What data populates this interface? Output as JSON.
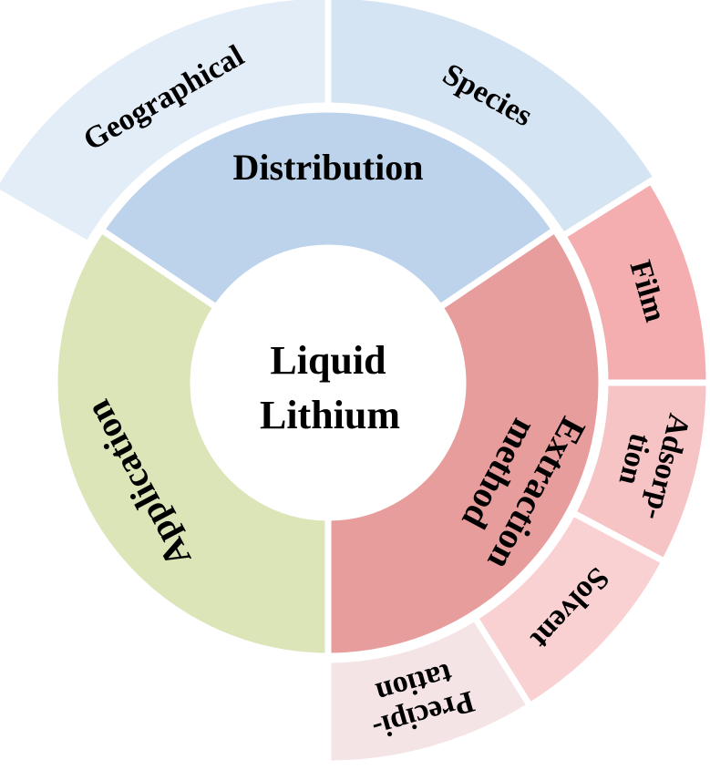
{
  "center": {
    "line1": "Liquid",
    "line2": "Lithium"
  },
  "inner_ring": [
    {
      "key": "distribution",
      "label_lines": [
        "Distribution"
      ],
      "color": "#bdd3eb"
    },
    {
      "key": "extraction",
      "label_lines": [
        "Extraction",
        "method"
      ],
      "color": "#e89d9d"
    },
    {
      "key": "application",
      "label_lines": [
        "Application"
      ],
      "color": "#dbe5b8"
    }
  ],
  "outer_ring": [
    {
      "key": "geographical",
      "label_lines": [
        "Geographical"
      ],
      "color": "#e3edf8"
    },
    {
      "key": "species",
      "label_lines": [
        "Species"
      ],
      "color": "#d5e4f3"
    },
    {
      "key": "film",
      "label_lines": [
        "Film"
      ],
      "color": "#f4aeb0"
    },
    {
      "key": "adsorption",
      "label_lines": [
        "Adsorp-",
        "tion"
      ],
      "color": "#f7c4c6"
    },
    {
      "key": "solvent",
      "label_lines": [
        "Solvent"
      ],
      "color": "#f9d1d3"
    },
    {
      "key": "precipitation",
      "label_lines": [
        "Precipi-",
        "tation"
      ],
      "color": "#f5e4e5"
    }
  ]
}
